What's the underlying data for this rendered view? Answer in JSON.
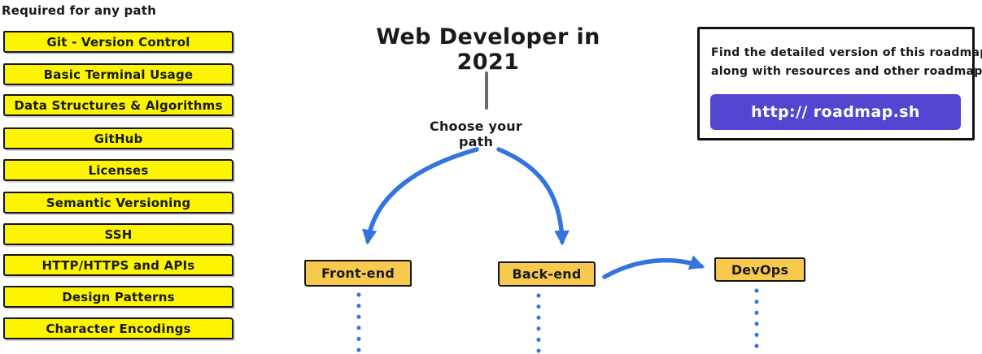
{
  "page": {
    "title": "Web Developer in 2021",
    "choose_path_label": "Choose your path"
  },
  "sidebar": {
    "header": "Required for any path",
    "items": [
      "Git - Version Control",
      "Basic Terminal Usage",
      "Data Structures & Algorithms",
      "GitHub",
      "Licenses",
      "Semantic Versioning",
      "SSH",
      "HTTP/HTTPS and APIs",
      "Design Patterns",
      "Character Encodings"
    ]
  },
  "paths": [
    {
      "label": "Front-end"
    },
    {
      "label": "Back-end"
    },
    {
      "label": "DevOps"
    }
  ],
  "info_box": {
    "line1": "Find the detailed version of this roadmap",
    "line2": "along with resources and other roadmaps",
    "button_label": "http:// roadmap.sh"
  },
  "icons": {
    "arrows": [
      "curved-arrow-to-front-end",
      "curved-arrow-to-back-end",
      "curved-arrow-to-devops"
    ],
    "dotted_continuations": [
      "front-end-dotted-line",
      "back-end-dotted-line",
      "devops-dotted-line"
    ]
  },
  "colors": {
    "highlight_yellow": "#FCF400",
    "node_orange": "#F7C94F",
    "arrow_blue": "#3374E0",
    "button_purple": "#5246D1",
    "connector_gray": "#6a6a6a"
  }
}
